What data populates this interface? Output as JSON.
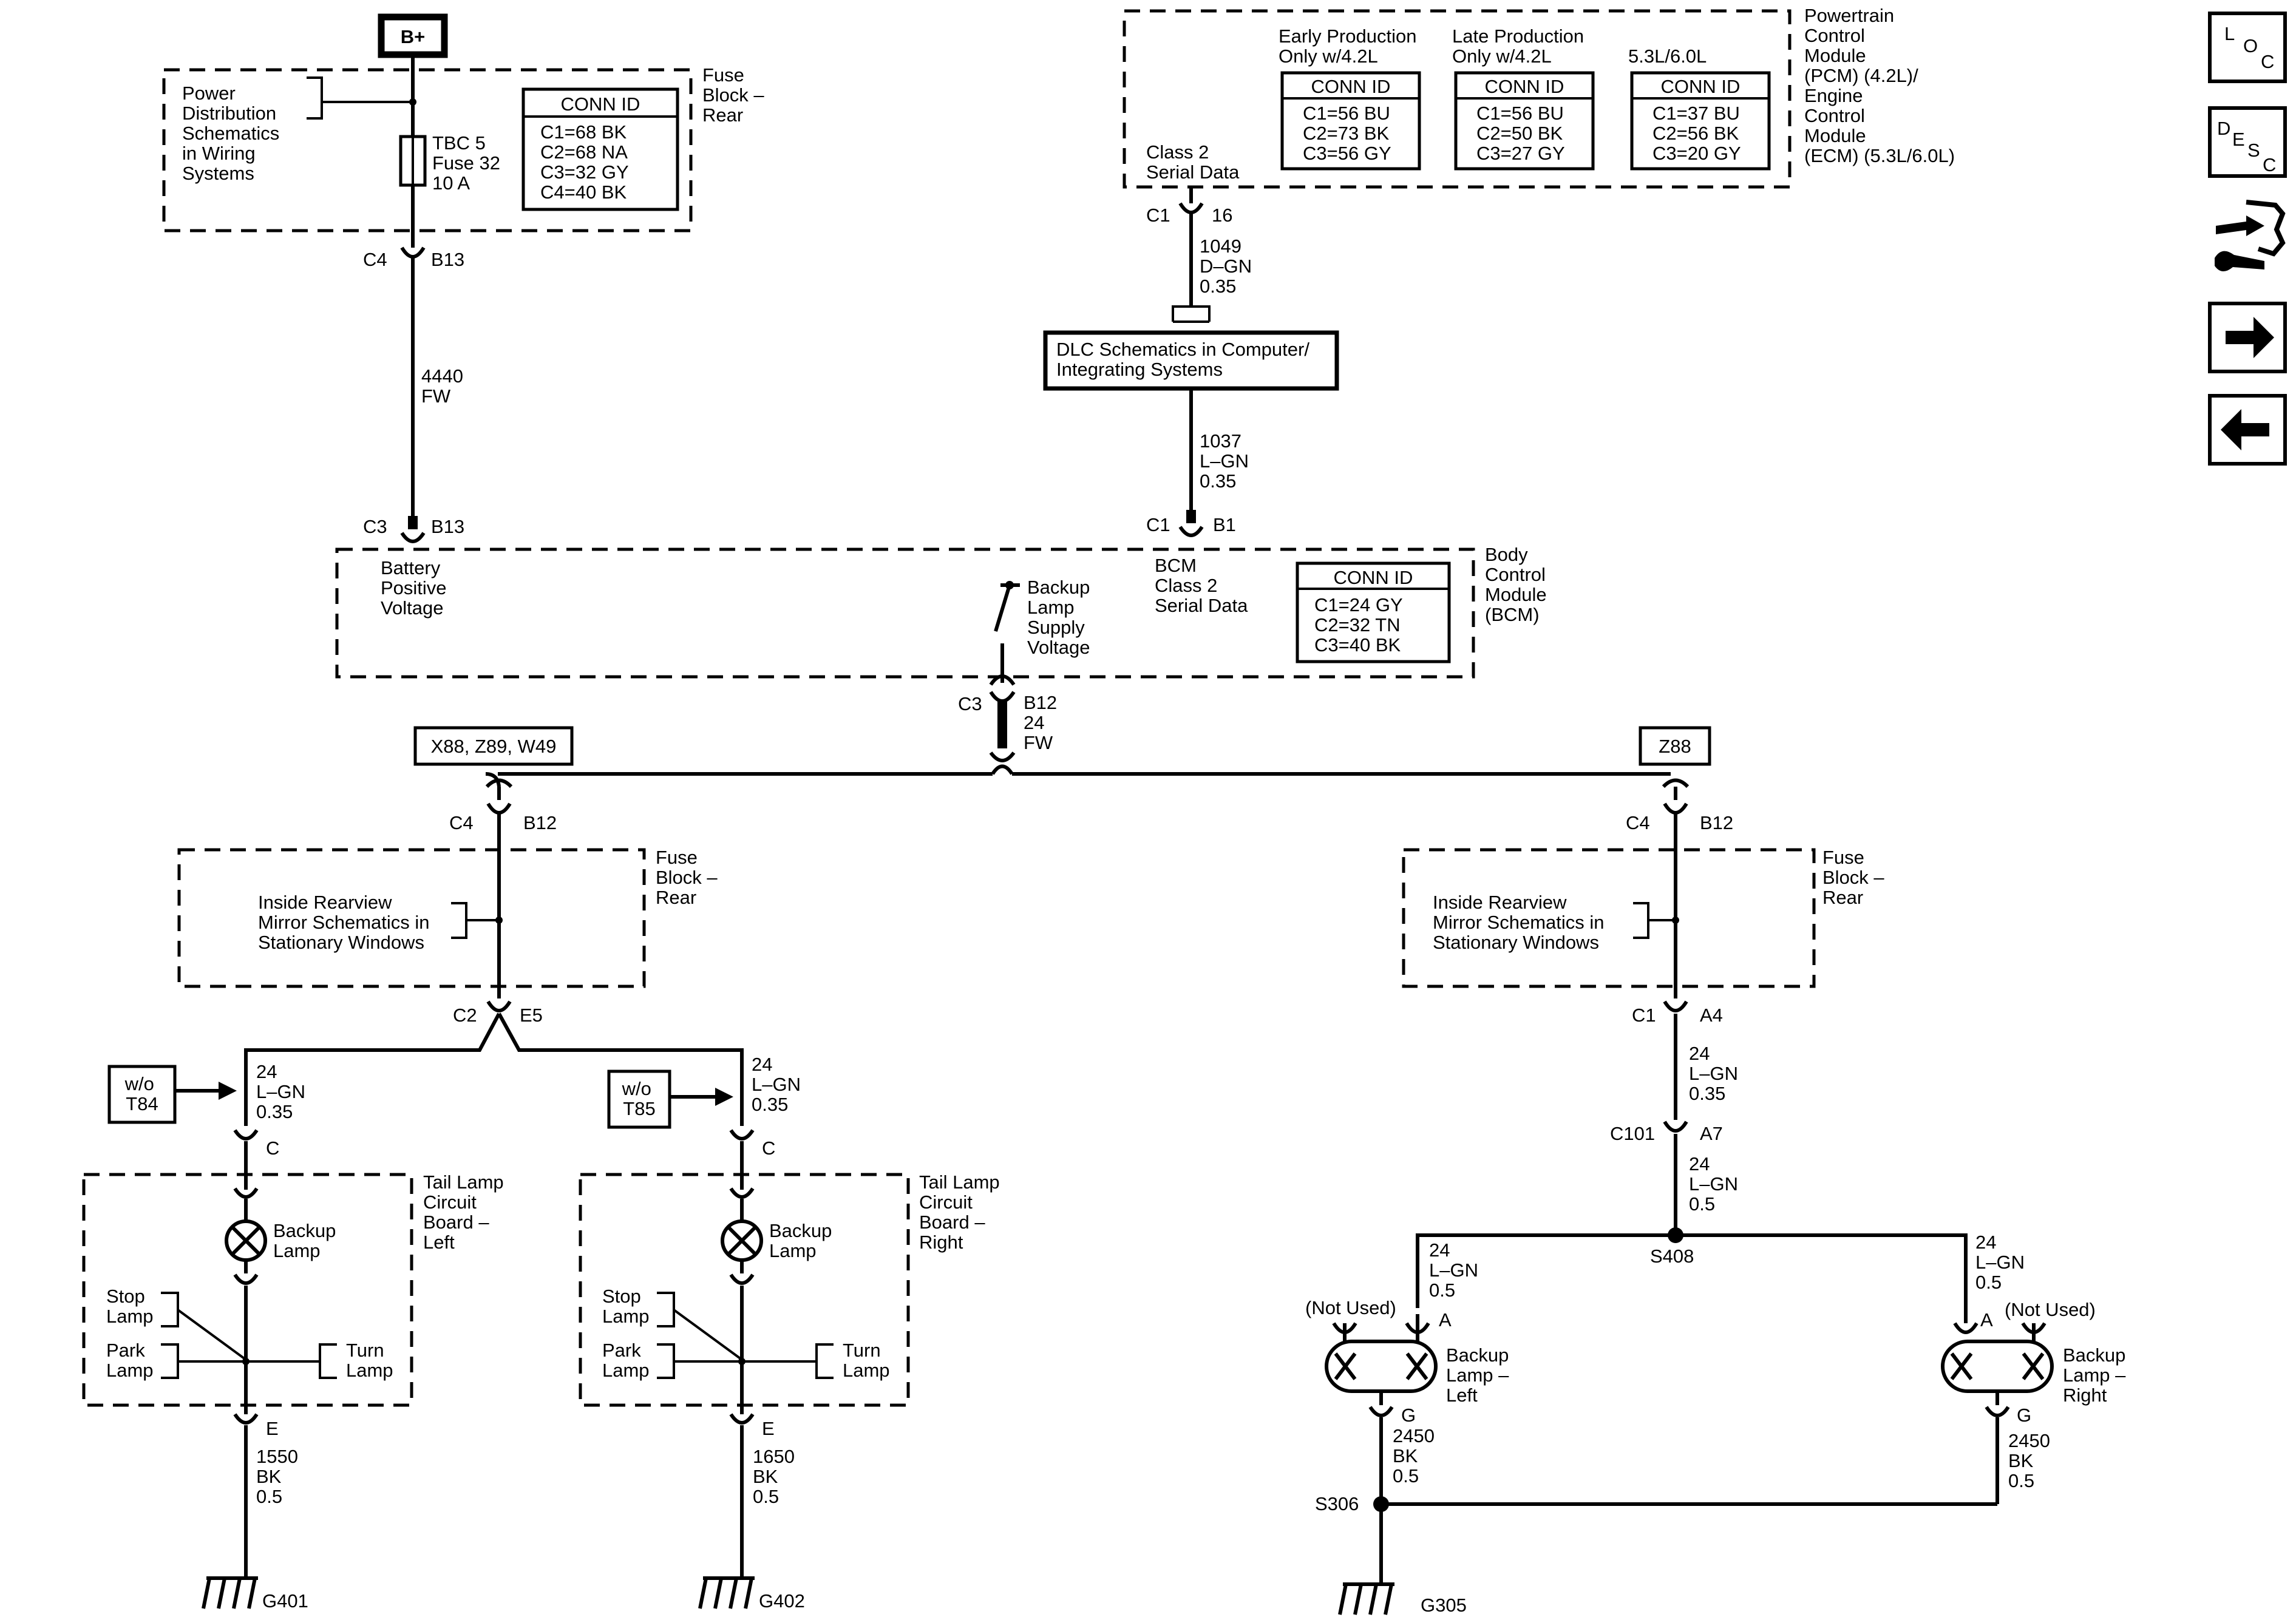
{
  "nav": {
    "loc": [
      "L",
      "O",
      "C"
    ],
    "desc": [
      "D",
      "E",
      "S",
      "C"
    ]
  },
  "power": {
    "b_plus": "B+",
    "dist_note": [
      "Power",
      "Distribution",
      "Schematics",
      "in Wiring",
      "Systems"
    ],
    "fuse_block_rear": [
      "Fuse",
      "Block –",
      "Rear"
    ],
    "fuse": [
      "TBC 5",
      "Fuse 32",
      "10 A"
    ],
    "conn_title": "CONN ID",
    "conn_rows": [
      "C1=68 BK",
      "C2=68 NA",
      "C3=32 GY",
      "C4=40 BK"
    ],
    "c4_left": "C4",
    "c4_right": "B13",
    "wire": [
      "4440",
      "FW"
    ],
    "c3_left": "C3",
    "c3_right": "B13"
  },
  "pcm": {
    "headers": [
      [
        "Early Production",
        "Only w/4.2L"
      ],
      [
        "Late Production",
        "Only w/4.2L"
      ],
      [
        "5.3L/6.0L"
      ]
    ],
    "conn_title": "CONN ID",
    "tables": [
      [
        "C1=56 BU",
        "C2=73 BK",
        "C3=56 GY"
      ],
      [
        "C1=56 BU",
        "C2=50 BK",
        "C3=27 GY"
      ],
      [
        "C1=37 BU",
        "C2=56 BK",
        "C3=20 GY"
      ]
    ],
    "side_label": [
      "Powertrain",
      "Control",
      "Module",
      "(PCM) (4.2L)/",
      "Engine",
      "Control",
      "Module",
      "(ECM) (5.3L/6.0L)"
    ],
    "serial": [
      "Class 2",
      "Serial Data"
    ],
    "c1": "C1",
    "pin": "16",
    "wire": [
      "1049",
      "D–GN",
      "0.35"
    ]
  },
  "dlc": {
    "label": [
      "DLC Schematics in Computer/",
      "Integrating Systems"
    ],
    "wire": [
      "1037",
      "L–GN",
      "0.35"
    ],
    "c1": "C1",
    "pin": "B1"
  },
  "bcm": {
    "batt": [
      "Battery",
      "Positive",
      "Voltage"
    ],
    "backup": [
      "Backup",
      "Lamp",
      "Supply",
      "Voltage"
    ],
    "serial": [
      "BCM",
      "Class 2",
      "Serial Data"
    ],
    "conn_title": "CONN ID",
    "conn_rows": [
      "C1=24 GY",
      "C2=32 TN",
      "C3=40 BK"
    ],
    "side_label": [
      "Body",
      "Control",
      "Module",
      "(BCM)"
    ],
    "c3": "C3",
    "pin": "B12",
    "wire": [
      "24",
      "FW"
    ]
  },
  "options": {
    "left": "X88, Z89, W49",
    "right": "Z88"
  },
  "left_branch": {
    "c4": "C4",
    "pin": "B12",
    "fuse_block": [
      "Fuse",
      "Block –",
      "Rear"
    ],
    "mirror": [
      "Inside Rearview",
      "Mirror Schematics in",
      "Stationary Windows"
    ],
    "c2": "C2",
    "e5": "E5",
    "wo1": [
      "w/o",
      "T84"
    ],
    "wo2": [
      "w/o",
      "T85"
    ],
    "wire": [
      "24",
      "L–GN",
      "0.35"
    ],
    "pin_c": "C",
    "pin_e": "E",
    "board_left": [
      "Tail Lamp",
      "Circuit",
      "Board –",
      "Left"
    ],
    "board_right": [
      "Tail Lamp",
      "Circuit",
      "Board –",
      "Right"
    ],
    "backup_lamp": [
      "Backup",
      "Lamp"
    ],
    "stop_lamp": [
      "Stop",
      "Lamp"
    ],
    "park_lamp": [
      "Park",
      "Lamp"
    ],
    "turn_lamp": [
      "Turn",
      "Lamp"
    ],
    "ground_wire_left": [
      "1550",
      "BK",
      "0.5"
    ],
    "ground_wire_right": [
      "1650",
      "BK",
      "0.5"
    ],
    "g_left": "G401",
    "g_right": "G402"
  },
  "right_branch": {
    "c4": "C4",
    "pin": "B12",
    "fuse_block": [
      "Fuse",
      "Block –",
      "Rear"
    ],
    "mirror": [
      "Inside Rearview",
      "Mirror Schematics in",
      "Stationary Windows"
    ],
    "c1": "C1",
    "a4": "A4",
    "wire1": [
      "24",
      "L–GN",
      "0.35"
    ],
    "c101": "C101",
    "a7": "A7",
    "wire2": [
      "24",
      "L–GN",
      "0.5"
    ],
    "s408": "S408",
    "wire_l": [
      "24",
      "L–GN",
      "0.5"
    ],
    "wire_r": [
      "24",
      "L–GN",
      "0.5"
    ],
    "not_used": "(Not Used)",
    "pin_a": "A",
    "pin_g": "G",
    "lamp_left": [
      "Backup",
      "Lamp –",
      "Left"
    ],
    "lamp_right": [
      "Backup",
      "Lamp –",
      "Right"
    ],
    "gnd_wire_l": [
      "2450",
      "BK",
      "0.5"
    ],
    "gnd_wire_r": [
      "2450",
      "BK",
      "0.5"
    ],
    "s306": "S306",
    "g305": "G305"
  }
}
